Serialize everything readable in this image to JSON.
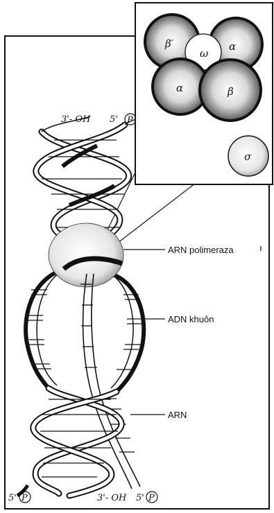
{
  "labels": {
    "polymerase": "ARN polimeraza",
    "template_dna": "ADN khuôn",
    "rna": "ARN"
  },
  "ends": {
    "top_left": "3'- OH",
    "top_right": "5'",
    "top_right_circle": "P",
    "bottom_left": "5'",
    "bottom_left_circle": "P",
    "bottom_middle": "3'- OH",
    "bottom_right": "5'",
    "bottom_right_circle": "P"
  },
  "subunits": {
    "beta_prime": "β′",
    "omega": "ω",
    "alpha_top": "α",
    "alpha_bottom": "α",
    "beta": "β",
    "sigma": "σ"
  },
  "colors": {
    "ink": "#111111",
    "background": "#ffffff",
    "stipple": "#6b6b6b"
  }
}
